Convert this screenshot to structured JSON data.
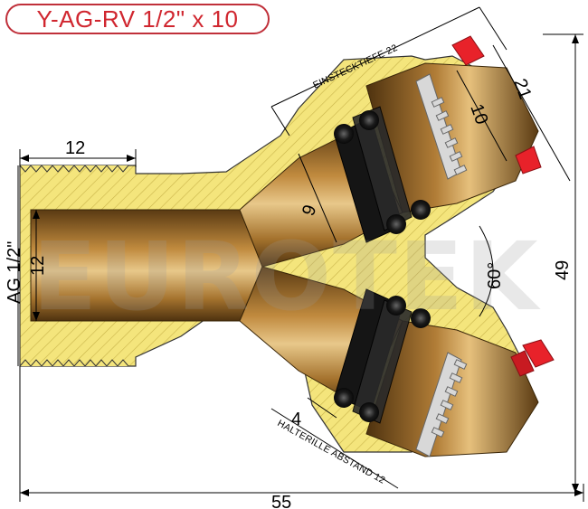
{
  "title": "Y-AG-RV 1/2\" x 10",
  "watermark": "EUROTEK",
  "dimensions": {
    "d12_top": "12",
    "d12_side": "12",
    "ag": "AG 1/2\"",
    "d9": "9",
    "d10": "10",
    "d21": "21",
    "d49": "49",
    "d55": "55",
    "d4": "4",
    "angle": "60°"
  },
  "labels": {
    "einstecktiefe": "EINSTECKTIEFE 22",
    "halterille": "HALTERILLE ABSTAND 12"
  },
  "colors": {
    "title": "#d0262f",
    "body_fill": "#f2e27a",
    "brass_dark": "#6e4a1a",
    "brass_mid": "#b8823a",
    "brass_light": "#e6c07c",
    "clip_red": "#e8222a",
    "oring": "#111111"
  }
}
